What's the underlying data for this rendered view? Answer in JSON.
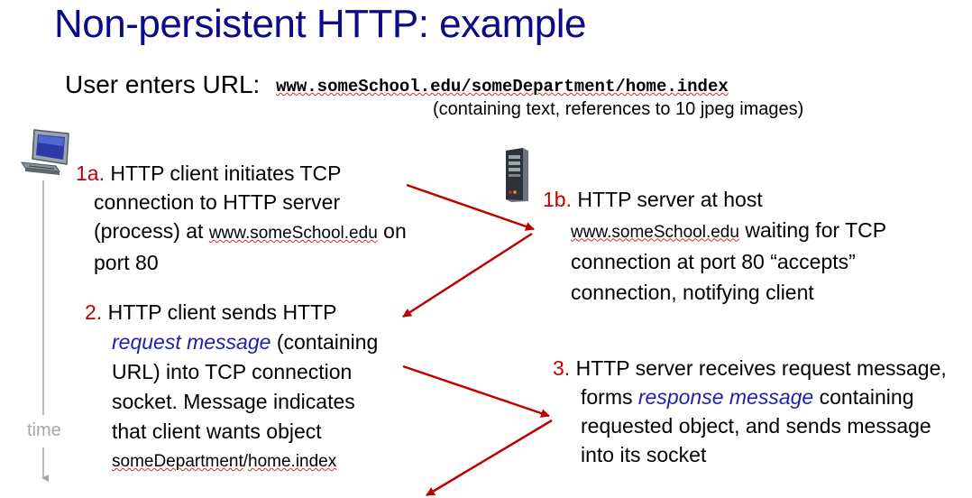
{
  "title": "Non-persistent HTTP: example",
  "url_intro": {
    "label": "User enters URL:",
    "url": "www.someSchool.edu/someDepartment/home.index",
    "note": "(containing text, references to 10 jpeg images)"
  },
  "steps": {
    "s1a": {
      "num": "1a.",
      "line1": "HTTP client initiates TCP",
      "line2": "connection to HTTP server",
      "line3_pre": "(process) at ",
      "line3_host": "www.someSchool.edu",
      "line3_post": " on",
      "line4": "port 80"
    },
    "s1b": {
      "num": "1b.",
      "line1": "HTTP server at host",
      "line2_host": "www.someSchool.edu",
      "line2_post": " waiting for TCP",
      "line3": "connection at port 80  “accepts”",
      "line4": "connection, notifying client"
    },
    "s2": {
      "num": "2.",
      "line1": "HTTP client sends HTTP",
      "line2_em": "request message",
      "line2_post": " (containing",
      "line3": "URL) into TCP connection",
      "line4": "socket. Message indicates",
      "line5": "that client wants object",
      "line6_a": "someDepartment",
      "line6_b": "/",
      "line6_c": "home.index"
    },
    "s3": {
      "num": "3.",
      "line1": "HTTP server receives request message,",
      "line2_pre": "forms ",
      "line2_em": "response message",
      "line2_post": " containing",
      "line3": "requested object, and sends message",
      "line4": "into its socket"
    }
  },
  "timeline": {
    "label": "time"
  },
  "colors": {
    "title": "#0b0b8a",
    "arrow": "#c00000",
    "step_number": "#c00000",
    "emphasis": "#1f1fa8",
    "timeline": "#a6a6a6"
  },
  "icons": {
    "client": "desktop-computer-icon",
    "server": "server-tower-icon"
  }
}
